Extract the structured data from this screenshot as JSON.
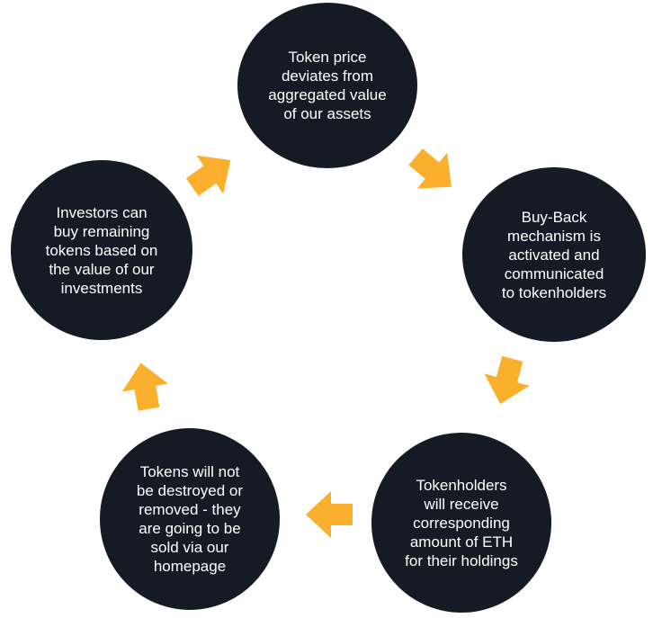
{
  "diagram": {
    "nodes": [
      {
        "id": "token-price",
        "label": "Token price\ndeviates from\naggregated value\nof our assets"
      },
      {
        "id": "buy-back",
        "label": "Buy-Back\nmechanism is\nactivated and\ncommunicated\nto tokenholders"
      },
      {
        "id": "receive-eth",
        "label": "Tokenholders\nwill receive\ncorresponding\namount of ETH\nfor their holdings"
      },
      {
        "id": "tokens-sold",
        "label": "Tokens will not\nbe destroyed or\nremoved - they\nare going to be\nsold via our\nhomepage"
      },
      {
        "id": "investors-buy",
        "label": "Investors can\nbuy remaining\ntokens based on\nthe value of our\ninvestments"
      }
    ],
    "colors": {
      "circle": "#151b24",
      "arrow": "#fbb02d",
      "text": "#ffffff"
    },
    "arrow_icon": "block-arrow-icon"
  }
}
